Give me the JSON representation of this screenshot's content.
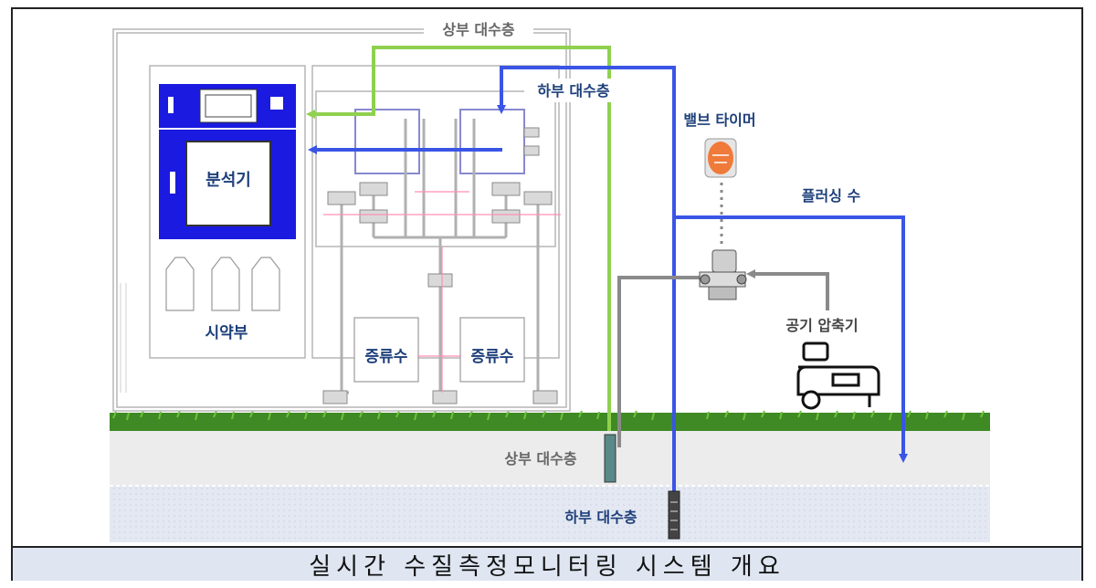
{
  "labels": {
    "upper_aquifer_top": "상부 대수층",
    "lower_aquifer_top": "하부 대수층",
    "valve_timer": "밸브 타이머",
    "flushing_water": "플러싱 수",
    "analyzer": "분석기",
    "reagent": "시약부",
    "distilled_1": "증류수",
    "distilled_2": "증류수",
    "air_compressor": "공기 압축기",
    "upper_aquifer_ground": "상부 대수층",
    "lower_aquifer_ground": "하부 대수층"
  },
  "caption": "실시간 수질측정모니터링 시스템 개요",
  "colors": {
    "green_line": "#8fd14f",
    "blue_line": "#3a55e6",
    "gray_line": "#8a8a8a",
    "analyzer_panel": "#1a1ae0",
    "upper_ground": "#ececec",
    "lower_ground": "#e4e8f2",
    "grass": "#3f8a24",
    "caption_bg": "#dfe6f2",
    "timer": "#f07a3a"
  }
}
